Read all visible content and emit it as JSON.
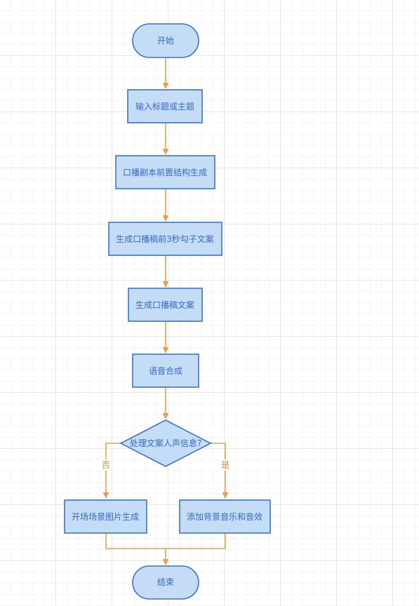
{
  "nodes": {
    "start": "开始",
    "input_title": "输入标题或主题",
    "script_structure": "口播剧本前置结构生成",
    "first_3s_copy": "生成口播稿前3秒勾子文案",
    "script_copy": "生成口播稿文案",
    "tts": "语音合成",
    "decision": "处理文案人声信息?",
    "scene_images": "开场场景图片生成",
    "bg_music": "添加背景音乐和音效",
    "end": "结束"
  },
  "edges": {
    "no": "否",
    "yes": "是"
  },
  "colors": {
    "node_fill": "#c4dcf6",
    "node_stroke": "#3d72c8",
    "node_text": "#3a67c2",
    "edge_stroke": "#e4a04f",
    "edge_text": "#d5832a"
  }
}
